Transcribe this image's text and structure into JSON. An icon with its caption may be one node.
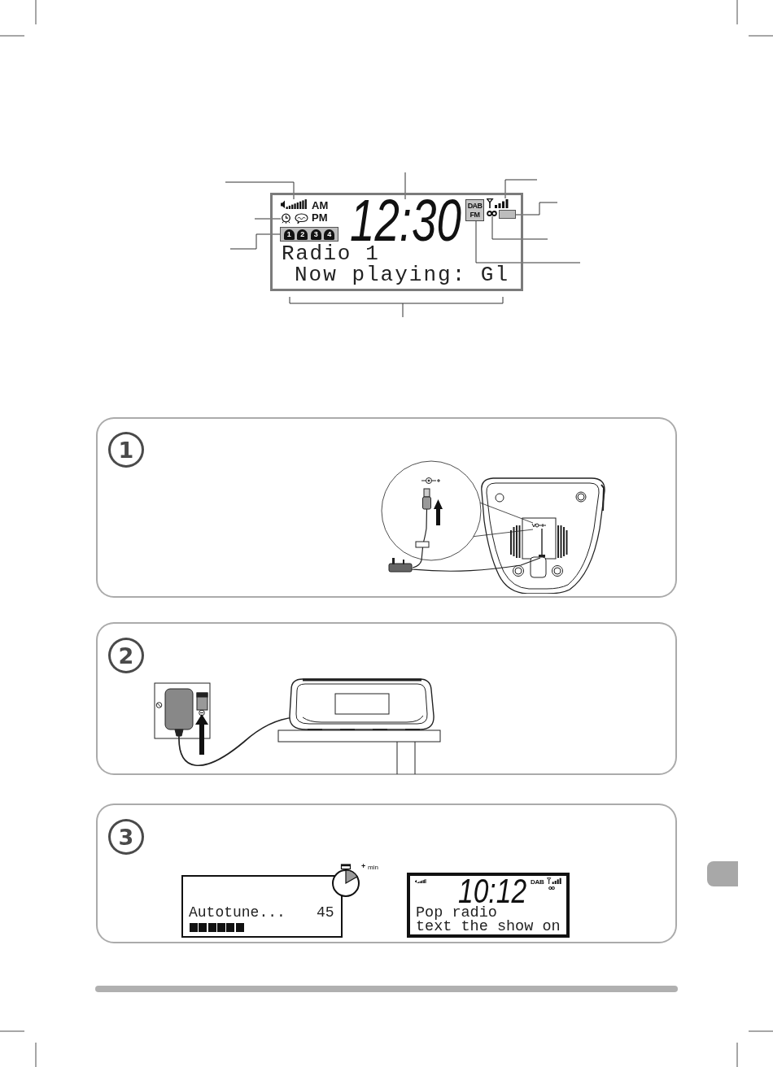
{
  "diagram": {
    "nodes": [
      {
        "text": [
          "AM",
          "PM",
          "Radio 1",
          "Now playing: Gl"
        ]
      },
      {
        "text": [],
        "shape": "picture",
        "in": 0
      },
      {
        "text": [],
        "shape": "picture",
        "in": 0
      },
      {
        "text": [
          "1",
          "2",
          "3",
          "4"
        ],
        "in": 0
      },
      {
        "text": [
          "12:30"
        ],
        "in": 0
      },
      {
        "text": [
          "DAB",
          "FM"
        ],
        "in": 0
      },
      {
        "text": [],
        "shape": "picture",
        "in": 0
      },
      {
        "text": [],
        "shape": "picture",
        "in": 0
      },
      {
        "text": [],
        "shape": "box",
        "in": 0
      },
      {
        "text": [],
        "shape": "box"
      },
      {
        "text": [
          "1"
        ],
        "in": 9
      },
      {
        "text": [],
        "shape": "box"
      },
      {
        "text": [
          "2"
        ],
        "in": 11
      },
      {
        "text": [],
        "shape": "box"
      },
      {
        "text": [
          "3"
        ],
        "in": 13
      },
      {
        "text": [
          "Autotune...",
          "45"
        ],
        "in": 13
      },
      {
        "text": [
          "10:12",
          "DAB",
          "Pop radio",
          "text the show on"
        ],
        "in": 13
      }
    ],
    "edges": [
      {
        "from": null,
        "to": 1,
        "arrow": "none"
      },
      {
        "from": null,
        "to": 2,
        "arrow": "none"
      },
      {
        "from": null,
        "to": 3,
        "arrow": "none"
      },
      {
        "from": null,
        "to": 4,
        "arrow": "none"
      },
      {
        "from": null,
        "to": 6,
        "arrow": "none"
      },
      {
        "from": null,
        "to": 8,
        "arrow": "none"
      },
      {
        "from": null,
        "to": 7,
        "arrow": "none"
      },
      {
        "from": null,
        "to": 5,
        "arrow": "none"
      }
    ],
    "labels": [
      "+",
      "min"
    ]
  }
}
